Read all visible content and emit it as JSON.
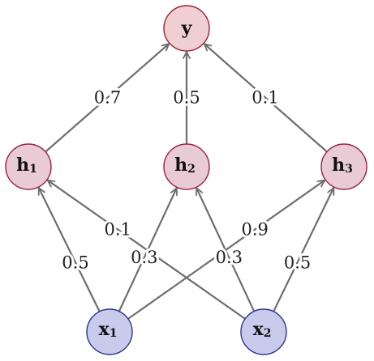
{
  "colors": {
    "output_fill": "#f0cfd3",
    "output_stroke": "#9b2335",
    "hidden_fill": "#e8cbd4",
    "hidden_stroke": "#9b2343",
    "input_fill": "#c9cbed",
    "input_stroke": "#2e3590",
    "edge": "#6e6e6e"
  },
  "nodes": {
    "y": {
      "label": "y"
    },
    "h1": {
      "label": "h",
      "sub": "1"
    },
    "h2": {
      "label": "h",
      "sub": "2"
    },
    "h3": {
      "label": "h",
      "sub": "3"
    },
    "x1": {
      "label": "x",
      "sub": "1"
    },
    "x2": {
      "label": "x",
      "sub": "2"
    }
  },
  "edges": [
    {
      "from": "h1",
      "to": "y",
      "weight": "0.7"
    },
    {
      "from": "h2",
      "to": "y",
      "weight": "0.5"
    },
    {
      "from": "h3",
      "to": "y",
      "weight": "0.1"
    },
    {
      "from": "x1",
      "to": "h1",
      "weight": "0.5"
    },
    {
      "from": "x1",
      "to": "h2",
      "weight": "0.3"
    },
    {
      "from": "x1",
      "to": "h3",
      "weight": "0.9"
    },
    {
      "from": "x2",
      "to": "h1",
      "weight": "0.1"
    },
    {
      "from": "x2",
      "to": "h2",
      "weight": "0.3"
    },
    {
      "from": "x2",
      "to": "h3",
      "weight": "0.5"
    }
  ]
}
